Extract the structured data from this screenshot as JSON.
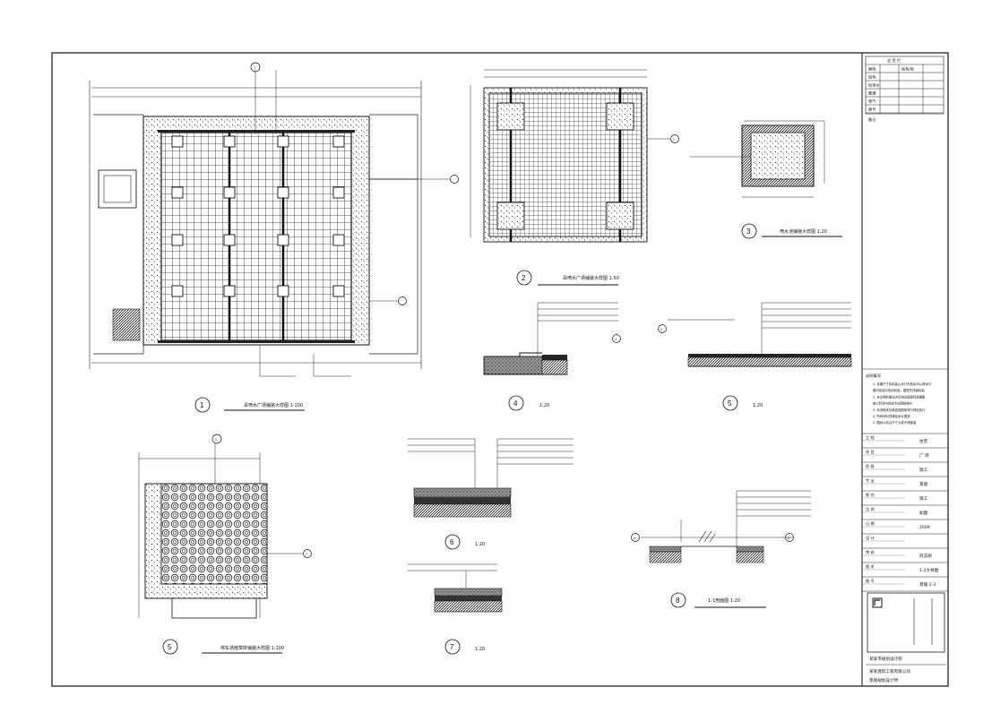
{
  "title_block": {
    "header_label": "会 签 栏",
    "sign_rows": [
      {
        "role": "建筑",
        "name": "结构/装"
      },
      {
        "role": "结构",
        "name": ""
      },
      {
        "role": "给排水",
        "name": ""
      },
      {
        "role": "暖通",
        "name": ""
      },
      {
        "role": "电气",
        "name": ""
      },
      {
        "role": "图号",
        "name": ""
      }
    ],
    "remark_label": "备注",
    "notes_title": "说明事项",
    "notes": [
      "1. 本图尺寸除标高以米计外其余均以毫米计",
      "图中标高为相对标高，建筑完成面标高",
      "2. 未注明的做法详见相关国家标准图集",
      "施工时请与相关专业图纸核对",
      "3. 本说明未尽事宜按国家现行规范执行",
      "4. 所有材料须满足设计要求",
      "5. 图纸以标注尺寸为准不得度量"
    ],
    "rows": [
      {
        "label": "工 程",
        "value": "住宅"
      },
      {
        "label": "项 目",
        "value": "广 场"
      },
      {
        "label": "阶 段",
        "value": "施工"
      },
      {
        "label": "专 业",
        "value": "景观"
      },
      {
        "label": "图 别",
        "value": "施工"
      },
      {
        "label": "比 例",
        "value": "如图"
      },
      {
        "label": "日 期",
        "value": "2009"
      },
      {
        "label": "设 计",
        "value": ""
      },
      {
        "label": "审 核",
        "value": "何志刚"
      },
      {
        "label": "图 名",
        "value": "1-2大样图"
      },
      {
        "label": "图 号",
        "value": "景施-2-3"
      }
    ],
    "company_lines": [
      "某某市规划设计院",
      "某某建筑工程有限公司",
      "景观规划设计所"
    ]
  },
  "drawings": [
    {
      "number": "1",
      "caption": "旱喷水广场铺装大样图 1:100"
    },
    {
      "number": "2",
      "caption": "旱喷水广场铺装大样图 1:50"
    },
    {
      "number": "3",
      "caption": "喷水池铺装大样图 1:20"
    },
    {
      "number": "4",
      "caption": "1:20"
    },
    {
      "number": "5",
      "caption": "1:20"
    },
    {
      "number": "5",
      "caption": "停车场植草砖铺装大样图 1:100"
    },
    {
      "number": "6",
      "caption": "1:20"
    },
    {
      "number": "7",
      "caption": "1:20"
    },
    {
      "number": "8",
      "caption": "1-1剖面图 1:20"
    }
  ],
  "section_callouts": {
    "d1_top": "1",
    "d2_right": "2",
    "d4_mark": "4",
    "d5_mark": "5",
    "d6_mark": "6",
    "d8_left": "8",
    "d8_right": "8",
    "park_top": "5",
    "park_right": "7"
  }
}
